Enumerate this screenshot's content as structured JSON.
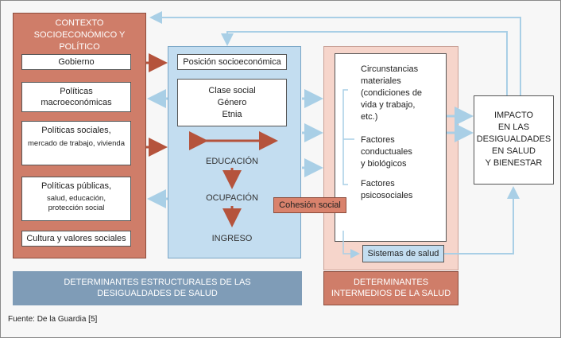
{
  "context": {
    "title": "CONTEXTO SOCIOECONÓMICO Y POLÍTICO",
    "items": [
      {
        "line1": "Gobierno",
        "line2": ""
      },
      {
        "line1": "Políticas",
        "line2": "macroeconómicas"
      },
      {
        "line1": "Políticas sociales,",
        "line2": "mercado de trabajo, vivienda"
      },
      {
        "line1": "Políticas públicas,",
        "line2": "salud, educación, protección social"
      },
      {
        "line1": "Cultura y valores sociales",
        "line2": ""
      }
    ]
  },
  "position": {
    "title": "Posición socioeconómica",
    "class_lines": [
      "Clase social",
      "Género",
      "Etnia"
    ],
    "education": "EDUCACIÓN",
    "occupation": "OCUPACIÓN",
    "income": "INGRESO"
  },
  "intermediate": {
    "circ": [
      "Circunstancias",
      "materiales",
      "(condiciones de",
      "vida y trabajo,",
      "etc.)"
    ],
    "factors": [
      "Factores",
      "conductuales",
      "y biológicos"
    ],
    "psycho": [
      "Factores",
      "psicosociales"
    ],
    "cohesion": "Cohesión social",
    "health_system": "Sistemas de salud"
  },
  "impact": [
    "IMPACTO",
    "EN LAS",
    "DESIGUALDADES",
    "EN SALUD",
    "Y BIENESTAR"
  ],
  "labels": {
    "structural": "DETERMINANTES ESTRUCTURALES DE LAS DESIGUALDADES DE SALUD",
    "intermediate": "DETERMINANTES INTERMEDIOS DE LA SALUD"
  },
  "source": "Fuente: De la Guardia [5]",
  "colors": {
    "red": "#b5533c",
    "blue": "#a9cfe6",
    "blue_dark": "#8dbbd9"
  }
}
